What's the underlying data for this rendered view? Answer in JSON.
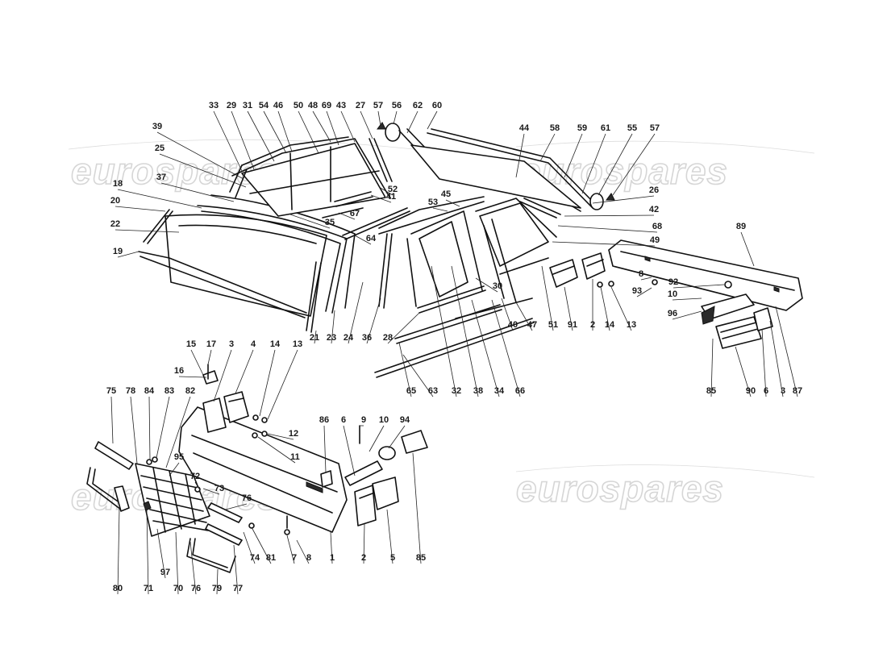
{
  "watermarks": [
    "eurospares",
    "eurospares",
    "eurospares",
    "eurospares"
  ],
  "labels": [
    {
      "id": "33",
      "text": "33"
    },
    {
      "id": "29",
      "text": "29"
    },
    {
      "id": "31",
      "text": "31"
    },
    {
      "id": "54",
      "text": "54"
    },
    {
      "id": "46",
      "text": "46"
    },
    {
      "id": "50",
      "text": "50"
    },
    {
      "id": "48",
      "text": "48"
    },
    {
      "id": "69",
      "text": "69"
    },
    {
      "id": "43",
      "text": "43"
    },
    {
      "id": "27",
      "text": "27"
    },
    {
      "id": "57a",
      "text": "57"
    },
    {
      "id": "56",
      "text": "56"
    },
    {
      "id": "62",
      "text": "62"
    },
    {
      "id": "60",
      "text": "60"
    },
    {
      "id": "44",
      "text": "44"
    },
    {
      "id": "58",
      "text": "58"
    },
    {
      "id": "59",
      "text": "59"
    },
    {
      "id": "61",
      "text": "61"
    },
    {
      "id": "55",
      "text": "55"
    },
    {
      "id": "57b",
      "text": "57"
    },
    {
      "id": "39",
      "text": "39"
    },
    {
      "id": "25",
      "text": "25"
    },
    {
      "id": "37",
      "text": "37"
    },
    {
      "id": "18",
      "text": "18"
    },
    {
      "id": "20",
      "text": "20"
    },
    {
      "id": "22",
      "text": "22"
    },
    {
      "id": "19",
      "text": "19"
    },
    {
      "id": "52",
      "text": "52"
    },
    {
      "id": "41",
      "text": "41"
    },
    {
      "id": "67",
      "text": "67"
    },
    {
      "id": "35",
      "text": "35"
    },
    {
      "id": "64",
      "text": "64"
    },
    {
      "id": "45",
      "text": "45"
    },
    {
      "id": "53",
      "text": "53"
    },
    {
      "id": "26",
      "text": "26"
    },
    {
      "id": "42",
      "text": "42"
    },
    {
      "id": "68",
      "text": "68"
    },
    {
      "id": "49",
      "text": "49"
    },
    {
      "id": "89",
      "text": "89"
    },
    {
      "id": "30",
      "text": "30"
    },
    {
      "id": "21",
      "text": "21"
    },
    {
      "id": "23",
      "text": "23"
    },
    {
      "id": "24",
      "text": "24"
    },
    {
      "id": "36",
      "text": "36"
    },
    {
      "id": "28",
      "text": "28"
    },
    {
      "id": "40",
      "text": "40"
    },
    {
      "id": "47",
      "text": "47"
    },
    {
      "id": "51",
      "text": "51"
    },
    {
      "id": "91",
      "text": "91"
    },
    {
      "id": "2a",
      "text": "2"
    },
    {
      "id": "14a",
      "text": "14"
    },
    {
      "id": "13a",
      "text": "13"
    },
    {
      "id": "8a",
      "text": "8"
    },
    {
      "id": "93",
      "text": "93"
    },
    {
      "id": "92",
      "text": "92"
    },
    {
      "id": "10a",
      "text": "10"
    },
    {
      "id": "96",
      "text": "96"
    },
    {
      "id": "65",
      "text": "65"
    },
    {
      "id": "63",
      "text": "63"
    },
    {
      "id": "32",
      "text": "32"
    },
    {
      "id": "38",
      "text": "38"
    },
    {
      "id": "34",
      "text": "34"
    },
    {
      "id": "66",
      "text": "66"
    },
    {
      "id": "85a",
      "text": "85"
    },
    {
      "id": "90",
      "text": "90"
    },
    {
      "id": "6a",
      "text": "6"
    },
    {
      "id": "3a",
      "text": "3"
    },
    {
      "id": "87",
      "text": "87"
    },
    {
      "id": "15",
      "text": "15"
    },
    {
      "id": "17",
      "text": "17"
    },
    {
      "id": "3b",
      "text": "3"
    },
    {
      "id": "4",
      "text": "4"
    },
    {
      "id": "14b",
      "text": "14"
    },
    {
      "id": "13b",
      "text": "13"
    },
    {
      "id": "16",
      "text": "16"
    },
    {
      "id": "75",
      "text": "75"
    },
    {
      "id": "78",
      "text": "78"
    },
    {
      "id": "84",
      "text": "84"
    },
    {
      "id": "83",
      "text": "83"
    },
    {
      "id": "82",
      "text": "82"
    },
    {
      "id": "12",
      "text": "12"
    },
    {
      "id": "11",
      "text": "11"
    },
    {
      "id": "86",
      "text": "86"
    },
    {
      "id": "6b",
      "text": "6"
    },
    {
      "id": "9",
      "text": "9"
    },
    {
      "id": "10b",
      "text": "10"
    },
    {
      "id": "94",
      "text": "94"
    },
    {
      "id": "95",
      "text": "95"
    },
    {
      "id": "72",
      "text": "72"
    },
    {
      "id": "73",
      "text": "73"
    },
    {
      "id": "76a",
      "text": "76"
    },
    {
      "id": "80",
      "text": "80"
    },
    {
      "id": "71",
      "text": "71"
    },
    {
      "id": "97",
      "text": "97"
    },
    {
      "id": "70",
      "text": "70"
    },
    {
      "id": "76b",
      "text": "76"
    },
    {
      "id": "79",
      "text": "79"
    },
    {
      "id": "77",
      "text": "77"
    },
    {
      "id": "74",
      "text": "74"
    },
    {
      "id": "81",
      "text": "81"
    },
    {
      "id": "7",
      "text": "7"
    },
    {
      "id": "8b",
      "text": "8"
    },
    {
      "id": "1",
      "text": "1"
    },
    {
      "id": "2b",
      "text": "2"
    },
    {
      "id": "5",
      "text": "5"
    },
    {
      "id": "85b",
      "text": "85"
    }
  ]
}
